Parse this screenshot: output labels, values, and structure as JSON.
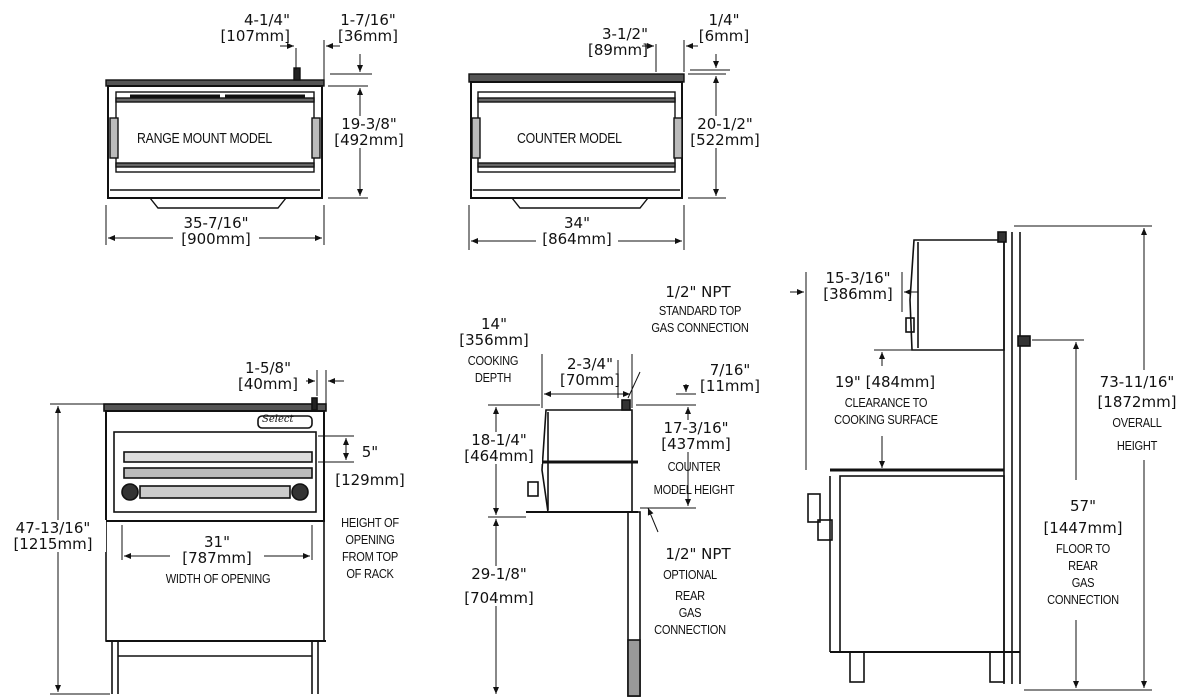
{
  "range_mount": {
    "model_label": "RANGE MOUNT MODEL",
    "dim_4_1_4": [
      "4-1/4\"",
      "[107mm]"
    ],
    "dim_1_7_16": [
      "1-7/16\"",
      "[36mm]"
    ],
    "dim_19_3_8": [
      "19-3/8\"",
      "[492mm]"
    ],
    "dim_35_7_16": [
      "35-7/16\"",
      "[900mm]"
    ]
  },
  "counter": {
    "model_label": "COUNTER MODEL",
    "dim_3_1_2": [
      "3-1/2\"",
      "[89mm]"
    ],
    "dim_1_4": [
      "1/4\"",
      "[6mm]"
    ],
    "dim_20_1_2": [
      "20-1/2\"",
      "[522mm]"
    ],
    "dim_34": [
      "34\"",
      "[864mm]"
    ]
  },
  "front_range": {
    "brand": "Select",
    "dim_1_5_8": [
      "1-5/8\"",
      "[40mm]"
    ],
    "dim_47_13_16": [
      "47-13/16\"",
      "[1215mm]"
    ],
    "dim_31": [
      "31\"",
      "[787mm]",
      "WIDTH OF OPENING"
    ],
    "dim_5": [
      "5\"",
      "[129mm]",
      "HEIGHT OF",
      "OPENING",
      "FROM TOP",
      "OF RACK"
    ]
  },
  "side_counter": {
    "dim_14": [
      "14\"",
      "[356mm]",
      "COOKING",
      "DEPTH"
    ],
    "top_gas": [
      "1/2\" NPT",
      "STANDARD TOP",
      "GAS CONNECTION"
    ],
    "dim_2_3_4": [
      "2-3/4\"",
      "[70mm]"
    ],
    "dim_7_16": [
      "7/16\"",
      "[11mm]"
    ],
    "dim_18_1_4": [
      "18-1/4\"",
      "[464mm]"
    ],
    "dim_17_3_16": [
      "17-3/16\"",
      "[437mm]",
      "COUNTER",
      "MODEL HEIGHT"
    ],
    "rear_gas": [
      "1/2\" NPT",
      "OPTIONAL",
      "REAR",
      "GAS",
      "CONNECTION"
    ],
    "dim_29_1_8": [
      "29-1/8\"",
      "[704mm]"
    ]
  },
  "side_range": {
    "dim_15_3_16": [
      "15-3/16\"",
      "[386mm]"
    ],
    "dim_19": [
      "19\" [484mm]",
      "CLEARANCE TO",
      "COOKING SURFACE"
    ],
    "dim_73": [
      "73-11/16\"",
      "[1872mm]",
      "OVERALL",
      "HEIGHT"
    ],
    "dim_57": [
      "57\"",
      "[1447mm]",
      "FLOOR TO",
      "REAR",
      "GAS",
      "CONNECTION"
    ]
  }
}
